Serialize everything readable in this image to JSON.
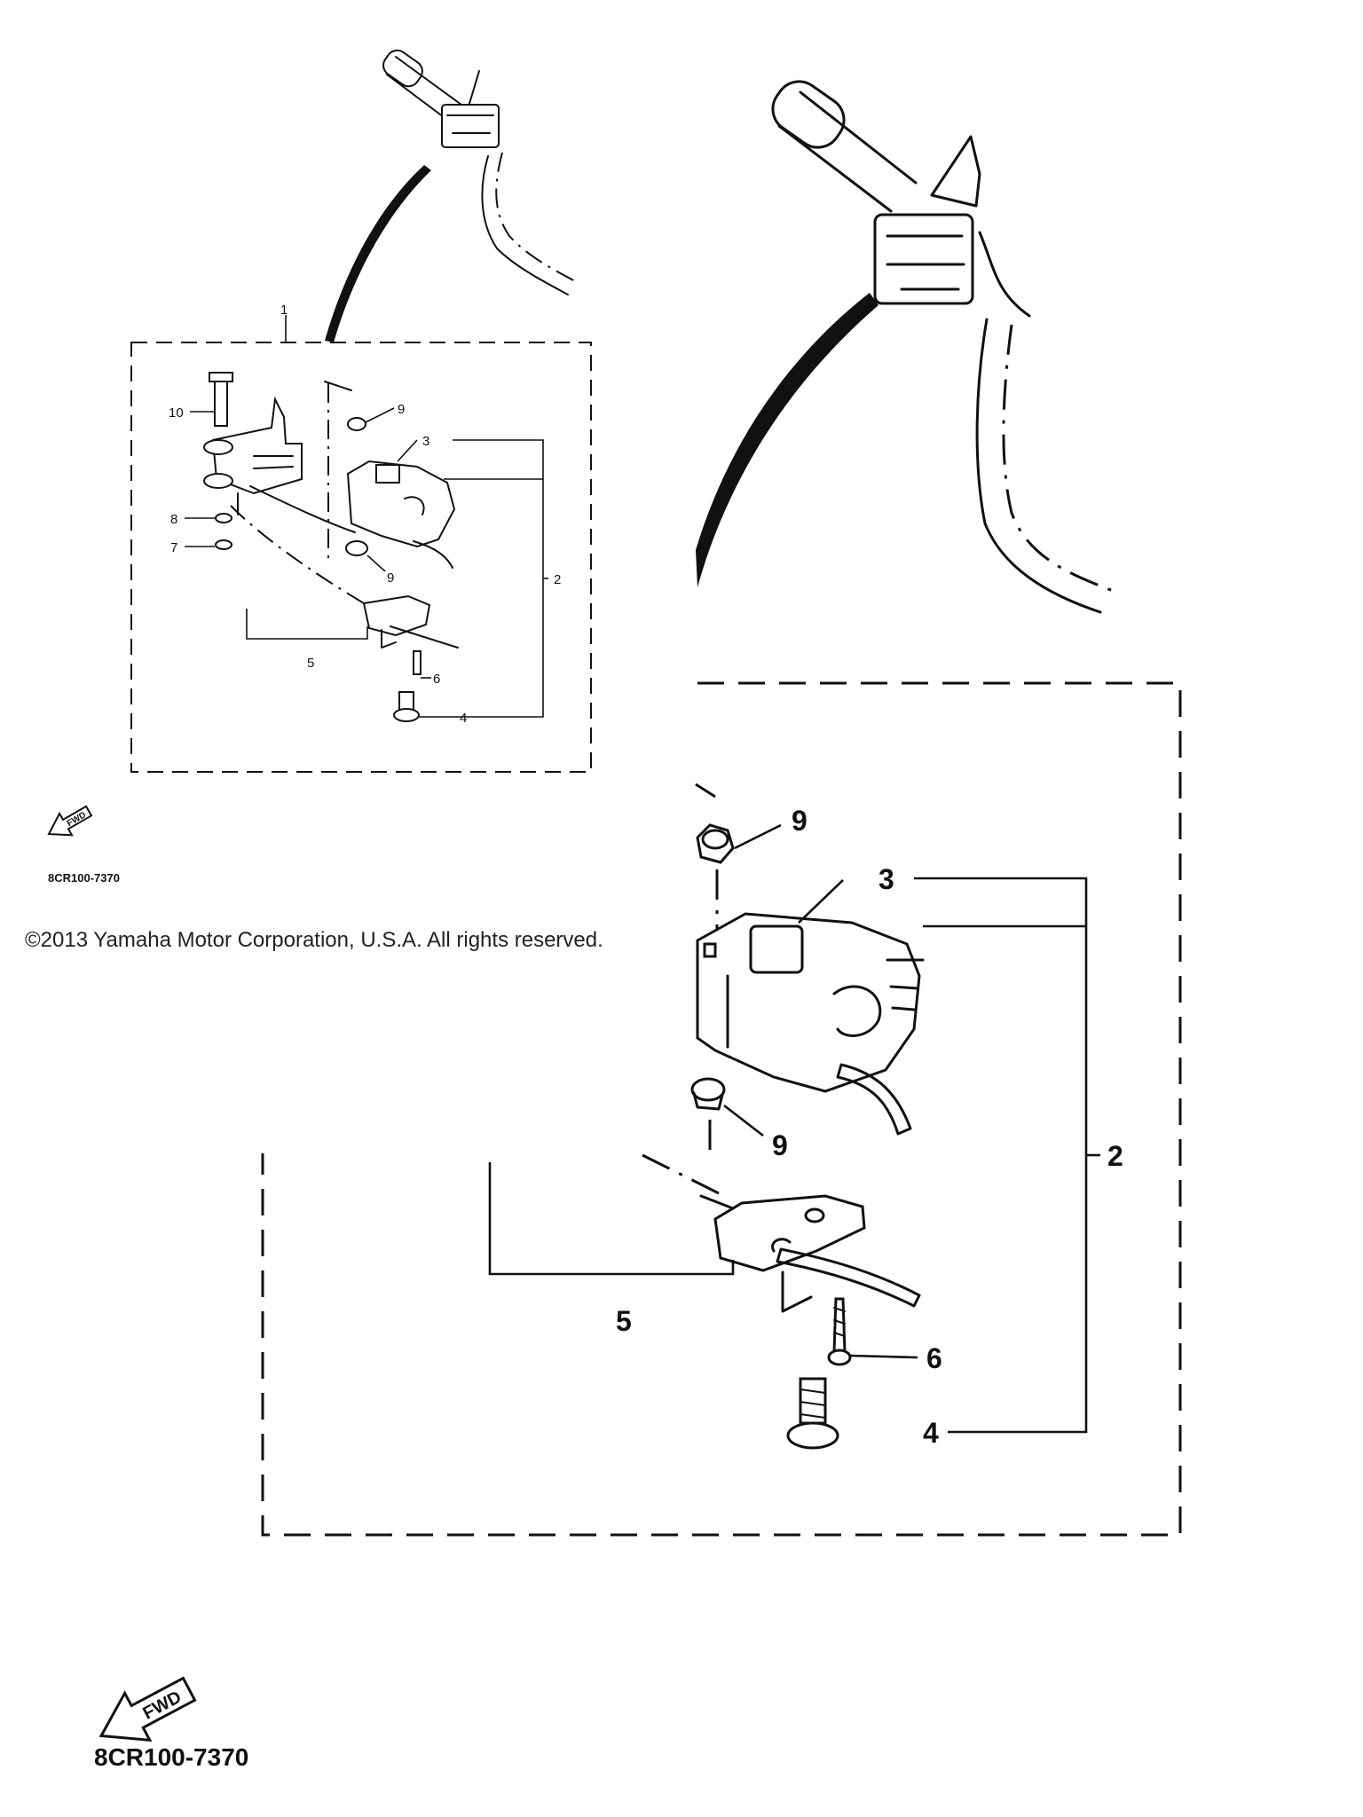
{
  "copyright": "©2013 Yamaha Motor Corporation, U.S.A. All rights reserved.",
  "part_code": "8CR100-7370",
  "fwd_label": "FWD",
  "small_view": {
    "callouts": [
      "1",
      "2",
      "3",
      "4",
      "5",
      "6",
      "7",
      "8",
      "9",
      "9",
      "10"
    ]
  },
  "large_view": {
    "callouts": [
      "2",
      "3",
      "4",
      "5",
      "6",
      "9",
      "9"
    ]
  }
}
